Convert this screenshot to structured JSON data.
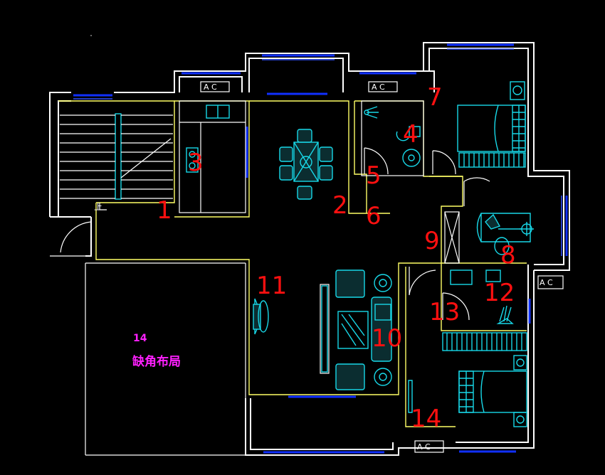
{
  "room_numbers": [
    "1",
    "2",
    "3",
    "4",
    "5",
    "6",
    "7",
    "8",
    "9",
    "10",
    "11",
    "12",
    "13",
    "14"
  ],
  "ac_label": "A C",
  "stair_label": "上",
  "missing_corner": {
    "number": "14",
    "caption": "缺角布局"
  }
}
